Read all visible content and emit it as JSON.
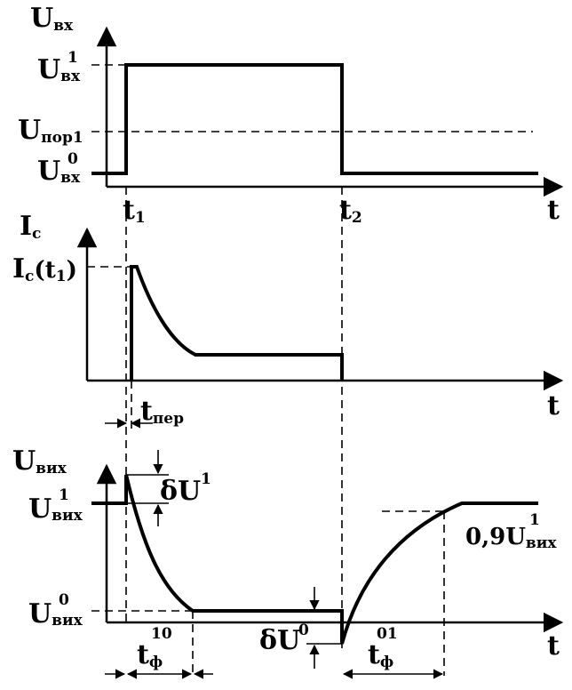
{
  "panel_top": {
    "ylabel_main": "U",
    "ylabel_sub": "вх",
    "level_high": {
      "main": "U",
      "sub": "вх",
      "sup": "1"
    },
    "level_threshold": {
      "main": "U",
      "sub": "пор1"
    },
    "level_low": {
      "main": "U",
      "sub": "вх",
      "sup": "0"
    },
    "t1": {
      "main": "t",
      "sub": "1"
    },
    "t2": {
      "main": "t",
      "sub": "2"
    },
    "xlabel": "t"
  },
  "panel_mid": {
    "ylabel_main": "I",
    "ylabel_sub": "с",
    "peak": {
      "main": "I",
      "sub": "с",
      "rest": "(t",
      "sub2": "1",
      "close": ")"
    },
    "t_delay": {
      "main": "t",
      "sub": "пер"
    },
    "xlabel": "t"
  },
  "panel_bot": {
    "ylabel_main": "U",
    "ylabel_sub": "вих",
    "level_high": {
      "main": "U",
      "sub": "вих",
      "sup": "1"
    },
    "level_low": {
      "main": "U",
      "sub": "вих",
      "sup": "0"
    },
    "delta_high": {
      "main": "δU",
      "sup": "1"
    },
    "delta_low": {
      "main": "δU",
      "sup": "0"
    },
    "level_90": {
      "main": "0,9U",
      "sub": "вих",
      "sup": "1"
    },
    "t_fall": {
      "main": "t",
      "sub": "ф",
      "sup": "10"
    },
    "t_rise": {
      "main": "t",
      "sub": "ф",
      "sup": "01"
    },
    "xlabel": "t"
  }
}
